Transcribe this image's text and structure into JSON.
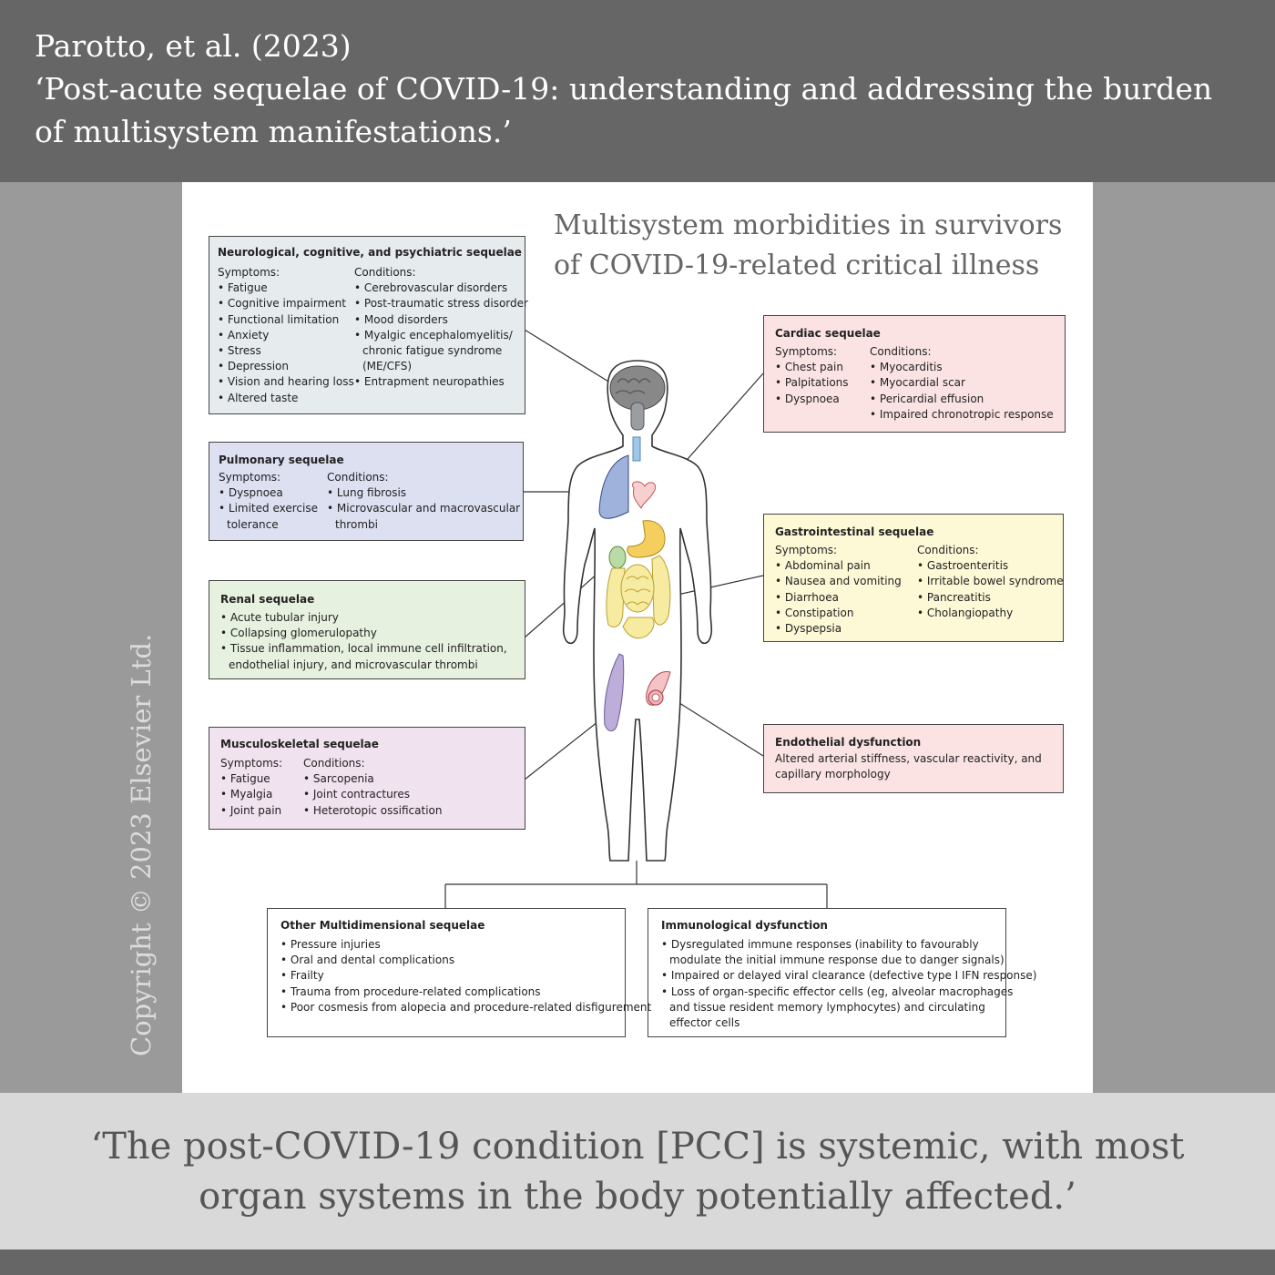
{
  "header": {
    "citation": "Parotto, et al. (2023)",
    "title_line1": "‘Post-acute sequelae of COVID-19: understanding and addressing the burden",
    "title_line2": "of multisystem manifestations.’"
  },
  "copyright": "Copyright © 2023 Elsevier Ltd.",
  "diagram": {
    "title_line1": "Multisystem morbidities in survivors",
    "title_line2": "of COVID-19-related critical illness",
    "neuro": {
      "heading": "Neurological, cognitive, and psychiatric sequelae",
      "symptoms_label": "Symptoms:",
      "symptoms": [
        "• Fatigue",
        "• Cognitive impairment",
        "• Functional limitation",
        "• Anxiety",
        "• Stress",
        "• Depression",
        "• Vision and hearing loss",
        "• Altered taste"
      ],
      "conditions_label": "Conditions:",
      "conditions": [
        "• Cerebrovascular disorders",
        "• Post-traumatic stress disorder",
        "• Mood disorders",
        "• Myalgic encephalomyelitis/",
        "chronic fatigue syndrome",
        "(ME/CFS)",
        "• Entrapment neuropathies"
      ]
    },
    "pulmonary": {
      "heading": "Pulmonary sequelae",
      "symptoms_label": "Symptoms:",
      "symptoms": [
        "• Dyspnoea",
        "• Limited exercise",
        "tolerance"
      ],
      "conditions_label": "Conditions:",
      "conditions": [
        "• Lung fibrosis",
        "• Microvascular and macrovascular",
        "thrombi"
      ]
    },
    "renal": {
      "heading": "Renal sequelae",
      "items": [
        "• Acute tubular injury",
        "• Collapsing glomerulopathy",
        "• Tissue inflammation, local immune cell infiltration,",
        "endothelial injury, and microvascular thrombi"
      ]
    },
    "musculoskeletal": {
      "heading": "Musculoskeletal sequelae",
      "symptoms_label": "Symptoms:",
      "symptoms": [
        "• Fatigue",
        "• Myalgia",
        "• Joint pain"
      ],
      "conditions_label": "Conditions:",
      "conditions": [
        "• Sarcopenia",
        "• Joint contractures",
        "• Heterotopic ossification"
      ]
    },
    "cardiac": {
      "heading": "Cardiac sequelae",
      "symptoms_label": "Symptoms:",
      "symptoms": [
        "• Chest pain",
        "• Palpitations",
        "• Dyspnoea"
      ],
      "conditions_label": "Conditions:",
      "conditions": [
        "• Myocarditis",
        "• Myocardial scar",
        "• Pericardial effusion",
        "• Impaired chronotropic response"
      ]
    },
    "gastro": {
      "heading": "Gastrointestinal sequelae",
      "symptoms_label": "Symptoms:",
      "symptoms": [
        "• Abdominal pain",
        "• Nausea and vomiting",
        "• Diarrhoea",
        "• Constipation",
        "• Dyspepsia"
      ],
      "conditions_label": "Conditions:",
      "conditions": [
        "• Gastroenteritis",
        "• Irritable bowel syndrome",
        "• Pancreatitis",
        "• Cholangiopathy"
      ]
    },
    "endothelial": {
      "heading": "Endothelial dysfunction",
      "items": [
        "Altered arterial stiffness, vascular reactivity, and",
        "capillary morphology"
      ]
    },
    "other": {
      "heading": "Other Multidimensional sequelae",
      "items": [
        "• Pressure injuries",
        "• Oral and dental complications",
        "• Frailty",
        "• Trauma from procedure-related complications",
        "• Poor cosmesis from alopecia and procedure-related disfigurement"
      ]
    },
    "immuno": {
      "heading": "Immunological dysfunction",
      "items": [
        "• Dysregulated immune responses (inability to favourably",
        "modulate the initial immune response due to danger signals)",
        "• Impaired or delayed viral clearance (defective type I IFN response)",
        "• Loss of organ-specific effector cells (eg, alveolar macrophages",
        "and tissue resident memory lymphocytes) and circulating",
        "effector cells"
      ]
    },
    "colors": {
      "neuro_bg": "#e6ebee",
      "pulmonary_bg": "#dde0f0",
      "renal_bg": "#e7f1df",
      "musculoskeletal_bg": "#f0e2ef",
      "cardiac_bg": "#fbe3e4",
      "gastro_bg": "#fdf8d6",
      "endothelial_bg": "#fbe3e4"
    }
  },
  "footer": {
    "quote_line1": "‘The post-COVID-19 condition [PCC] is systemic, with most",
    "quote_line2": "organ systems in the body potentially affected.’"
  }
}
